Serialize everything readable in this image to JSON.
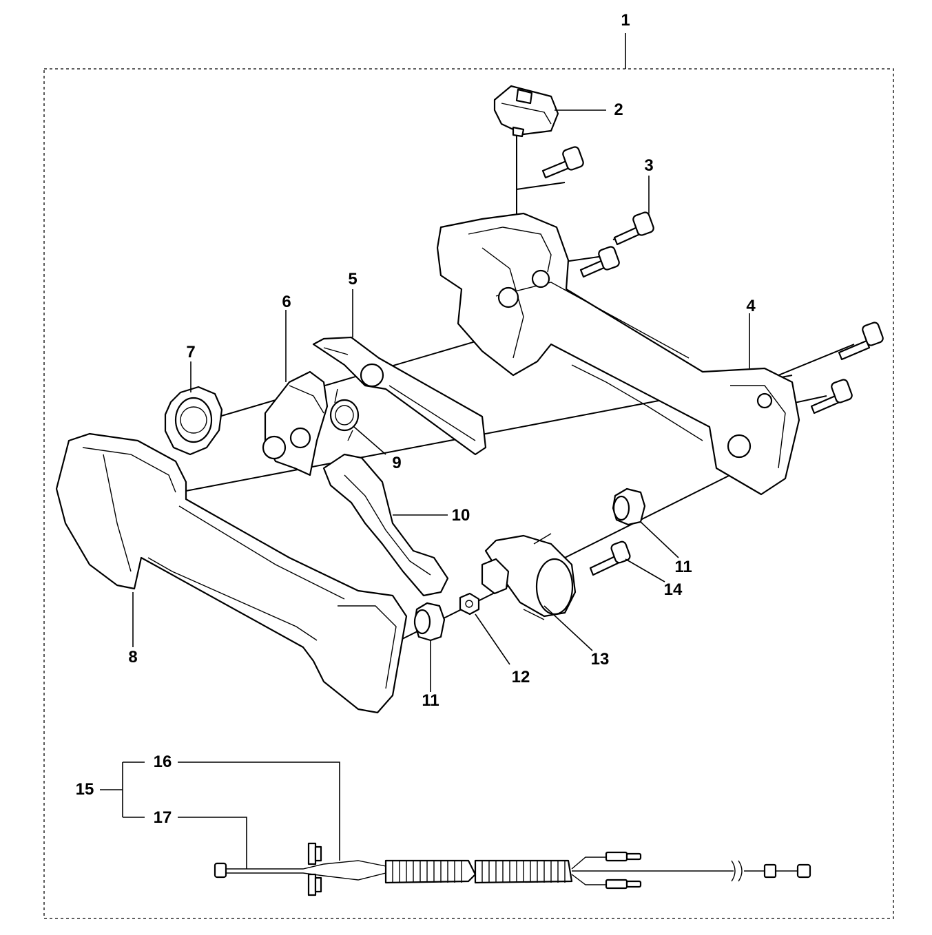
{
  "labels": [
    {
      "id": "1",
      "text": "1"
    },
    {
      "id": "2",
      "text": "2"
    },
    {
      "id": "3",
      "text": "3"
    },
    {
      "id": "4",
      "text": "4"
    },
    {
      "id": "5",
      "text": "5"
    },
    {
      "id": "6",
      "text": "6"
    },
    {
      "id": "7",
      "text": "7"
    },
    {
      "id": "8",
      "text": "8"
    },
    {
      "id": "9",
      "text": "9"
    },
    {
      "id": "10",
      "text": "10"
    },
    {
      "id": "11a",
      "text": "11"
    },
    {
      "id": "11b",
      "text": "11"
    },
    {
      "id": "12",
      "text": "12"
    },
    {
      "id": "13",
      "text": "13"
    },
    {
      "id": "14",
      "text": "14"
    },
    {
      "id": "15",
      "text": "15"
    },
    {
      "id": "16",
      "text": "16"
    },
    {
      "id": "17",
      "text": "17"
    }
  ],
  "parts": [
    {
      "id": "2",
      "name": "switch"
    },
    {
      "id": "3",
      "name": "screw"
    },
    {
      "id": "4",
      "name": "handle-half-right"
    },
    {
      "id": "5",
      "name": "throttle-lock"
    },
    {
      "id": "6",
      "name": "lever-bracket"
    },
    {
      "id": "7",
      "name": "nut-holder"
    },
    {
      "id": "8",
      "name": "handle-half-left"
    },
    {
      "id": "9",
      "name": "spring"
    },
    {
      "id": "10",
      "name": "throttle-trigger"
    },
    {
      "id": "11",
      "name": "vibration-damper"
    },
    {
      "id": "12",
      "name": "nut"
    },
    {
      "id": "13",
      "name": "clamp"
    },
    {
      "id": "14",
      "name": "screw"
    },
    {
      "id": "15",
      "name": "cable-assembly"
    },
    {
      "id": "16",
      "name": "cable"
    },
    {
      "id": "17",
      "name": "cable"
    }
  ]
}
